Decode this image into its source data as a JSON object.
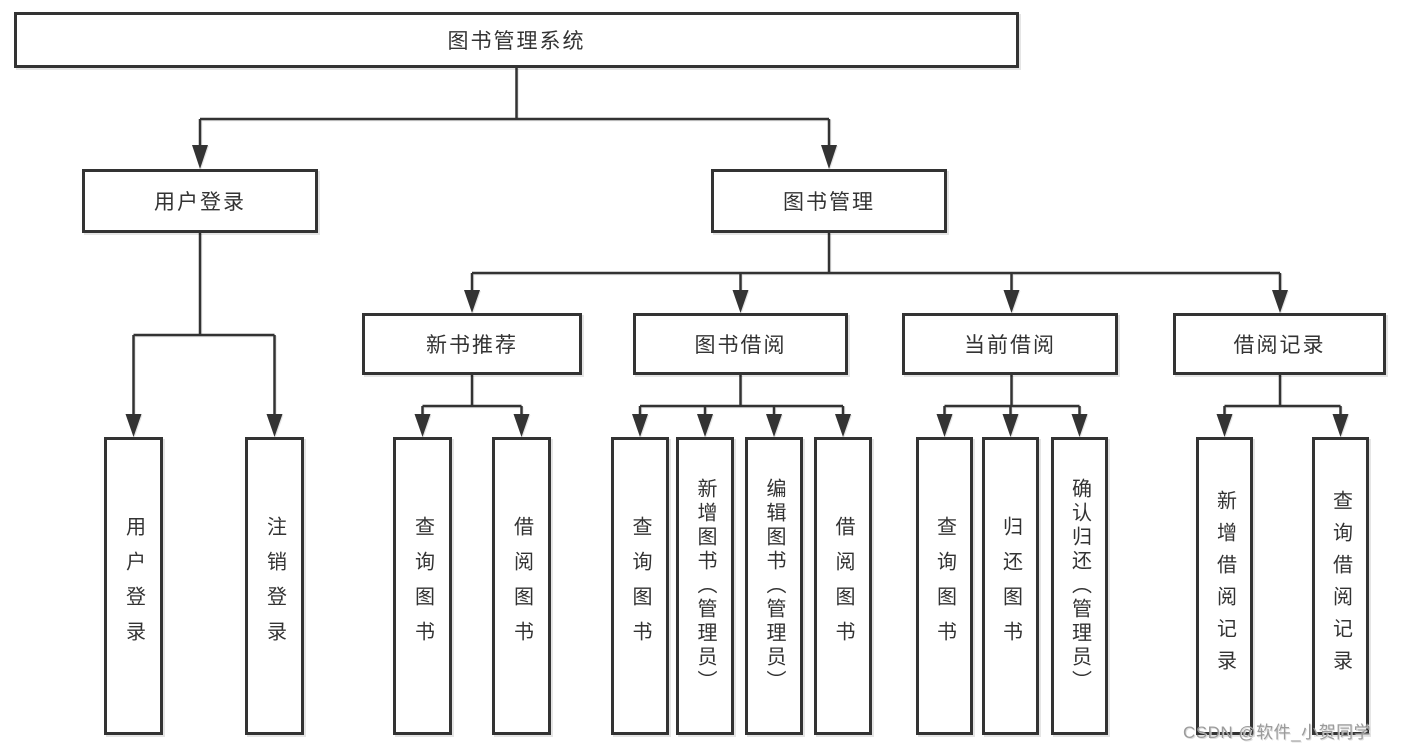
{
  "diagram_type": "hierarchy-tree",
  "colors": {
    "background": "#ffffff",
    "line": "#333333",
    "box_border": "#333333",
    "box_fill": "#ffffff",
    "text": "#333333",
    "watermark": "#949494"
  },
  "tree": {
    "label": "图书管理系统",
    "children": [
      {
        "label": "用户登录",
        "children": [
          {
            "label": "用户登录"
          },
          {
            "label": "注销登录"
          }
        ]
      },
      {
        "label": "图书管理",
        "children": [
          {
            "label": "新书推荐",
            "children": [
              {
                "label": "查询图书"
              },
              {
                "label": "借阅图书"
              }
            ]
          },
          {
            "label": "图书借阅",
            "children": [
              {
                "label": "查询图书"
              },
              {
                "label": "新增图书（管理员）"
              },
              {
                "label": "编辑图书（管理员）"
              },
              {
                "label": "借阅图书"
              }
            ]
          },
          {
            "label": "当前借阅",
            "children": [
              {
                "label": "查询图书"
              },
              {
                "label": "归还图书"
              },
              {
                "label": "确认归还（管理员）"
              }
            ]
          },
          {
            "label": "借阅记录",
            "children": [
              {
                "label": "新增借阅记录"
              },
              {
                "label": "查询借阅记录"
              }
            ]
          }
        ]
      }
    ]
  },
  "watermark": {
    "text": "CSDN @软件_小贺同学"
  }
}
